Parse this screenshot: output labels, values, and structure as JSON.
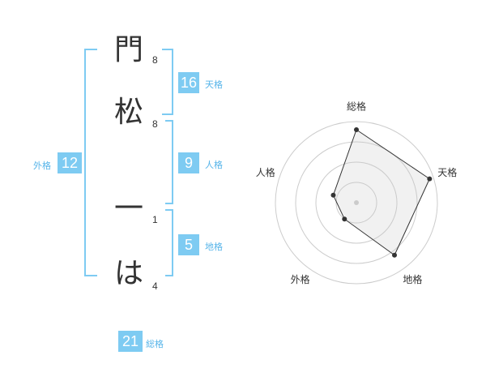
{
  "name": {
    "chars": [
      "門",
      "松",
      "一",
      "は"
    ],
    "strokes": [
      "8",
      "8",
      "1",
      "4"
    ]
  },
  "kakusu": {
    "tenkaku": {
      "value": "16",
      "label": "天格"
    },
    "jinkaku": {
      "value": "9",
      "label": "人格"
    },
    "chikaku": {
      "value": "5",
      "label": "地格"
    },
    "gaikaku": {
      "value": "12",
      "label": "外格"
    },
    "soukaku": {
      "value": "21",
      "label": "総格"
    }
  },
  "colors": {
    "accent": "#7ecbf2",
    "label": "#56b4e9",
    "text": "#333333",
    "grid": "#cccccc"
  },
  "chart_data": {
    "type": "radar",
    "axes": [
      "総格",
      "天格",
      "地格",
      "外格",
      "人格"
    ],
    "values": [
      0.9,
      0.95,
      0.8,
      0.25,
      0.3
    ],
    "rings": 4,
    "range": [
      0,
      1
    ]
  }
}
